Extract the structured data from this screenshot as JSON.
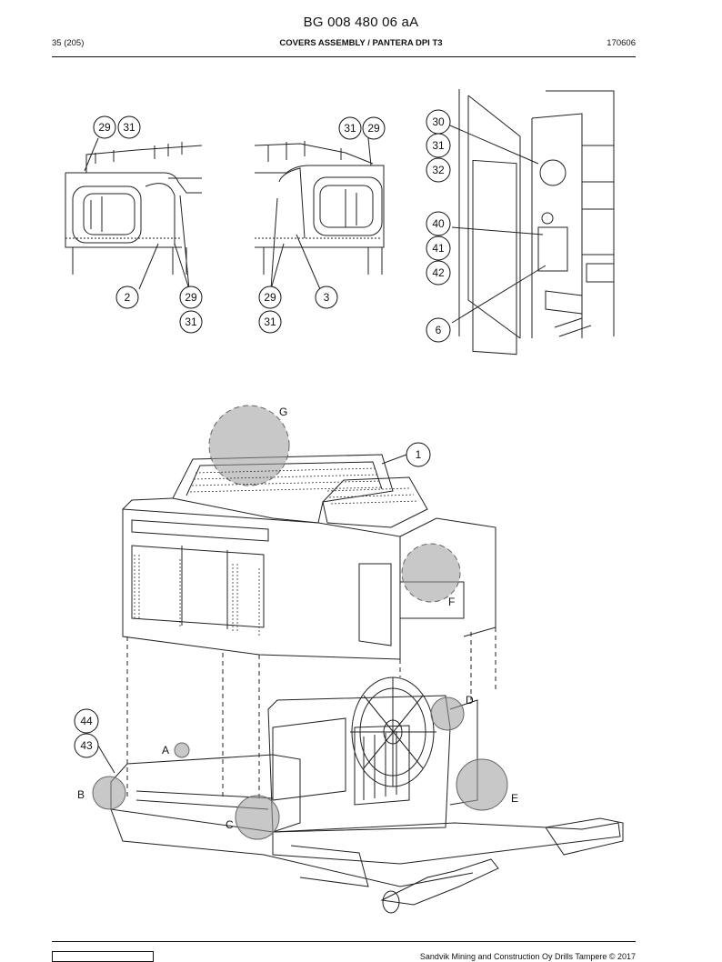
{
  "document": {
    "title": "BG 008 480 06 aA",
    "page": "35 (205)",
    "section": "COVERS ASSEMBLY / PANTERA DPI T3",
    "date_code": "170606"
  },
  "footer": {
    "copyright": "Sandvik Mining and Construction Oy Drills Tampere © 2017"
  },
  "callouts": {
    "view1": [
      "29",
      "31",
      "2",
      "29",
      "31"
    ],
    "view2": [
      "31",
      "29",
      "29",
      "3",
      "31"
    ],
    "view3": [
      "30",
      "31",
      "32",
      "40",
      "41",
      "42",
      "6"
    ],
    "main": [
      "1",
      "44",
      "43"
    ]
  },
  "detail_letters": [
    "G",
    "F",
    "D",
    "A",
    "B",
    "C",
    "E"
  ]
}
